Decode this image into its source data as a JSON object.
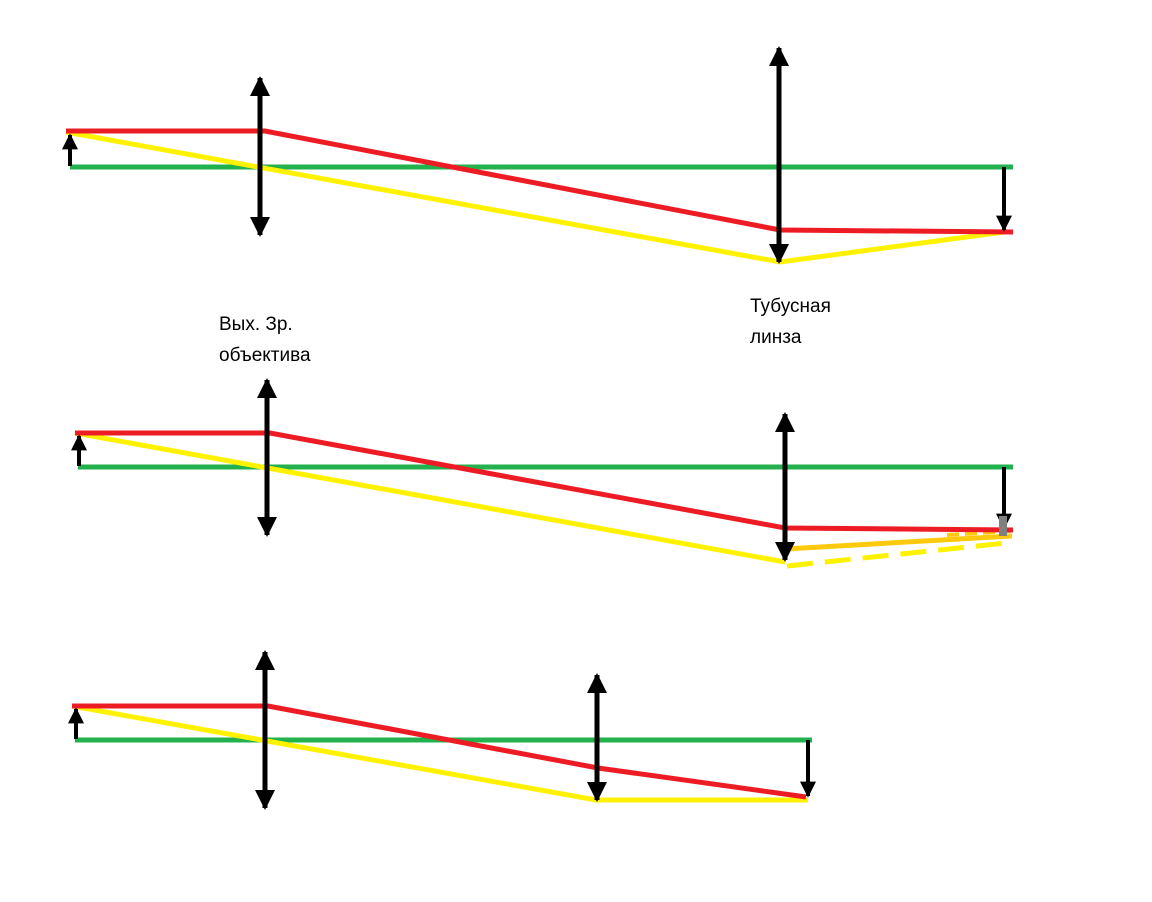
{
  "labels": {
    "objective_exit_pupil": "Вых. Зр.\nобъектива",
    "tube_lens": "Тубусная\nлинза"
  },
  "colors": {
    "background": "#ffffff",
    "optical_axis": "#22b14c",
    "chief_ray": "#ed1c24",
    "marginal_ray": "#fff200",
    "shifted_marginal_ray": "#ffc90e",
    "arrows": "#000000",
    "marker": "#7f7f7f"
  },
  "icons": {
    "lens": "double-headed-arrow",
    "object": "up-arrow",
    "image": "down-arrow"
  }
}
